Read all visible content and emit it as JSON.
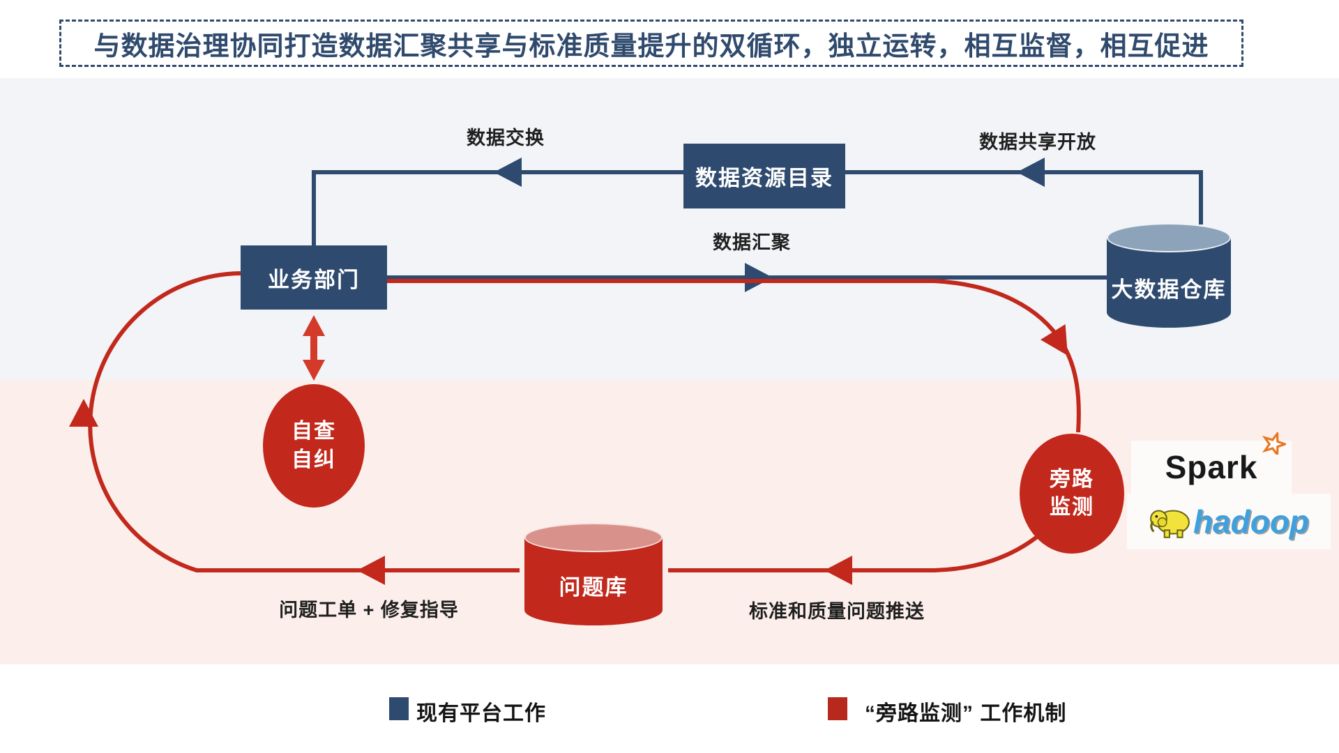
{
  "title": {
    "text": "与数据治理协同打造数据汇聚共享与标准质量提升的双循环，独立运转，相互监督，相互促进"
  },
  "diagram": {
    "nodes": {
      "catalog": {
        "label": "数据资源目录"
      },
      "business": {
        "label": "业务部门"
      },
      "warehouse": {
        "label": "大数据仓库"
      },
      "self_check": {
        "line1": "自查",
        "line2": "自纠"
      },
      "bypass_monitor": {
        "line1": "旁路",
        "line2": "监测"
      },
      "issue_db": {
        "label": "问题库"
      }
    },
    "edge_labels": {
      "exchange": "数据交换",
      "share_open": "数据共享开放",
      "aggregate": "数据汇聚",
      "ticket": "问题工单 + 修复指导",
      "push": "标准和质量问题推送"
    },
    "logos": {
      "spark": "Spark",
      "hadoop": "hadoop"
    }
  },
  "legend": {
    "items": [
      {
        "label": "现有平台工作",
        "color": "#2e4a6e"
      },
      {
        "label": "“旁路监测” 工作机制",
        "color": "#b7281d"
      }
    ]
  },
  "colors": {
    "navy": "#2e4a6e",
    "red": "#c2281c",
    "double_arrow_red": "#d43a2a",
    "band_top_bg": "#f2f4f7",
    "band_bottom_bg": "#fcefeb",
    "spark_star_orange": "#e87722",
    "hadoop_blue": "#3ea0dc",
    "elephant_yellow": "#f2e33c"
  }
}
